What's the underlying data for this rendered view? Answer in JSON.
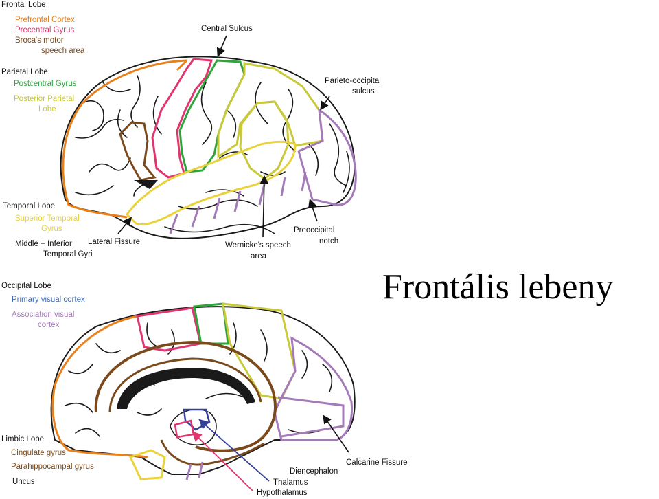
{
  "title": "Frontális lebeny",
  "colors": {
    "frontal": "#e8801c",
    "precentral": "#e0356e",
    "broca": "#7a4a1c",
    "postcentral": "#2fa43c",
    "posterior_parietal": "#c9c93a",
    "superior_temporal": "#e9d23a",
    "occipital": "#a47ab8",
    "primary_visual": "#3a6fc0",
    "limbic": "#7a4a1c",
    "thalamus": "#34409a",
    "hypothalamus": "#e0356e",
    "outline": "#1a1a1a"
  },
  "lateral": {
    "frontal_lobe": "Frontal Lobe",
    "prefrontal_cortex": "Prefrontal Cortex",
    "precentral_gyrus": "Precentral Gyrus",
    "broca_1": "Broca's motor",
    "broca_2": "speech area",
    "central_sulcus": "Central Sulcus",
    "parietal_lobe": "Parietal Lobe",
    "postcentral_gyrus": "Postcentral Gyrus",
    "posterior_parietal_1": "Posterior Parietal",
    "posterior_parietal_2": "Lobe",
    "parieto_occipital_1": "Parieto-occipital",
    "parieto_occipital_2": "sulcus",
    "temporal_lobe": "Temporal Lobe",
    "superior_temporal_1": "Superior Temporal",
    "superior_temporal_2": "Gyrus",
    "middle_inferior_1": "Middle + Inferior",
    "middle_inferior_2": "Temporal Gyri",
    "lateral_fissure": "Lateral Fissure",
    "wernicke_1": "Wernicke's speech",
    "wernicke_2": "area",
    "preoccipital_1": "Preoccipital",
    "preoccipital_2": "notch"
  },
  "medial": {
    "occipital_lobe": "Occipital Lobe",
    "primary_visual": "Primary visual cortex",
    "association_visual_1": "Association visual",
    "association_visual_2": "cortex",
    "limbic_lobe": "Limbic Lobe",
    "cingulate_gyrus": "Cingulate gyrus",
    "parahippocampal_gyrus": "Parahippocampal gyrus",
    "uncus": "Uncus",
    "calcarine_fissure": "Calcarine Fissure",
    "diencephalon": "Diencephalon",
    "thalamus": "Thalamus",
    "hypothalamus": "Hypothalamus"
  }
}
